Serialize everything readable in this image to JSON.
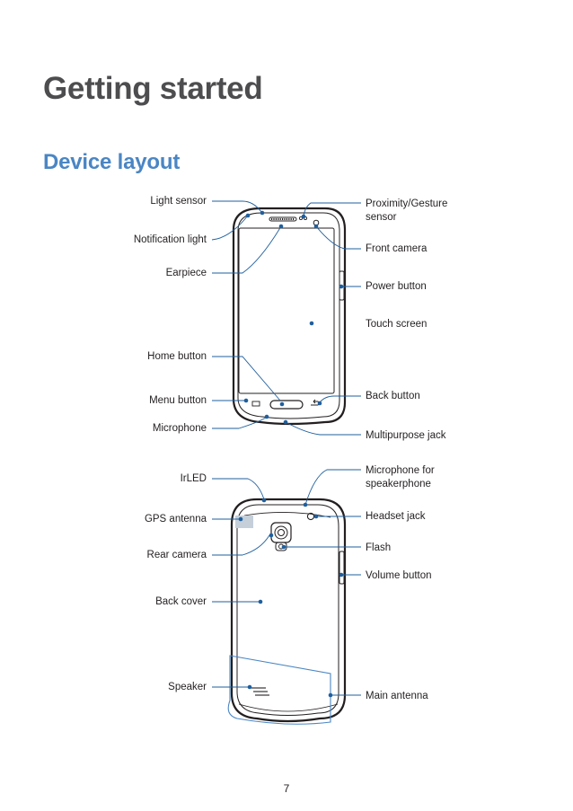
{
  "chapter_title": "Getting started",
  "section_title": "Device layout",
  "front_labels": {
    "light_sensor": "Light sensor",
    "notification_light": "Notification light",
    "earpiece": "Earpiece",
    "home_button": "Home button",
    "menu_button": "Menu button",
    "microphone": "Microphone",
    "proximity_sensor_line1": "Proximity/Gesture",
    "proximity_sensor_line2": "sensor",
    "front_camera": "Front camera",
    "power_button": "Power button",
    "touch_screen": "Touch screen",
    "back_button": "Back button",
    "multipurpose_jack": "Multipurpose jack"
  },
  "back_labels": {
    "irled": "IrLED",
    "gps_antenna": "GPS antenna",
    "rear_camera": "Rear camera",
    "back_cover": "Back cover",
    "speaker": "Speaker",
    "microphone_speakerphone_line1": "Microphone for",
    "microphone_speakerphone_line2": "speakerphone",
    "headset_jack": "Headset jack",
    "flash": "Flash",
    "volume_button": "Volume button",
    "main_antenna": "Main antenna"
  },
  "colors": {
    "title": "#4d4d4f",
    "section": "#4a86c4",
    "callout": "#1f5f9e"
  },
  "page_number": "7"
}
